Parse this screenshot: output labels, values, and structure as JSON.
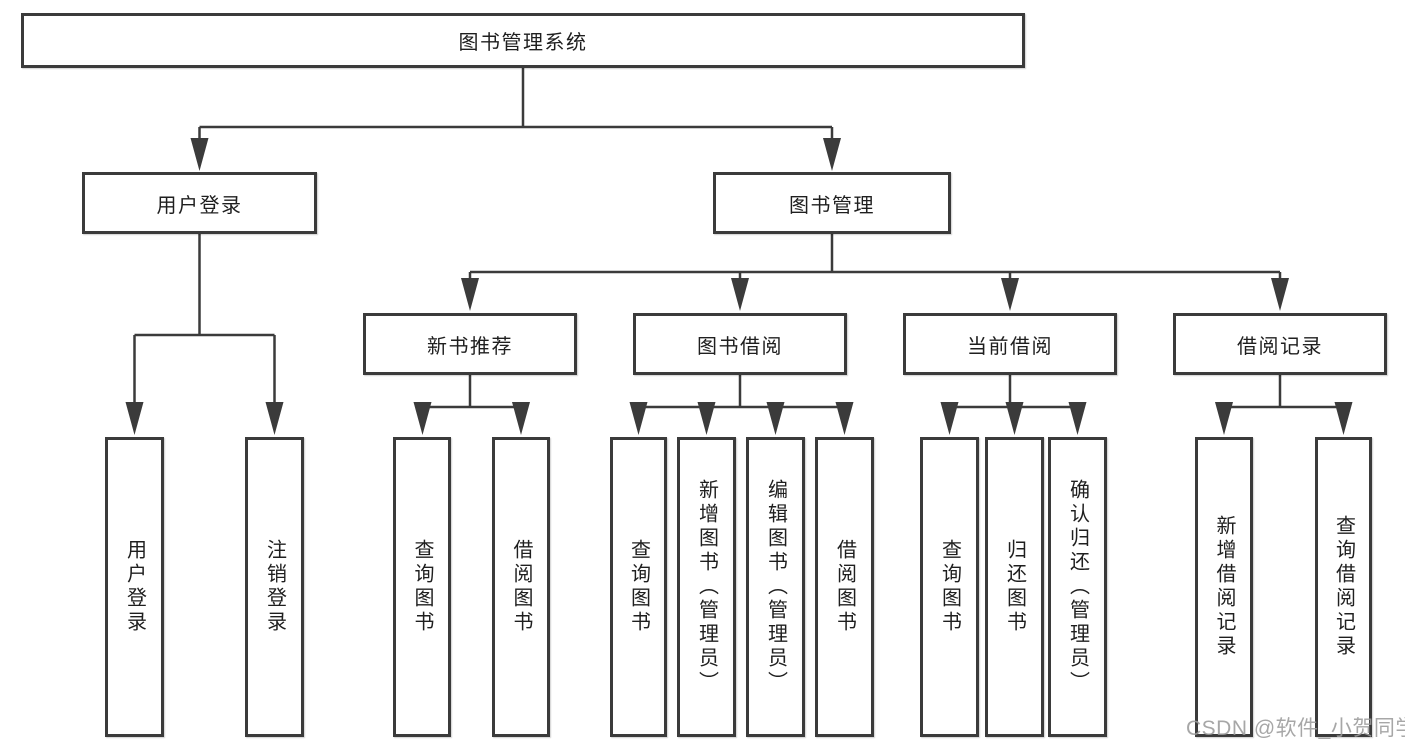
{
  "tree": {
    "root": {
      "label": "图书管理系统"
    },
    "level2": [
      {
        "label": "用户登录",
        "children": [
          {
            "label": "用户登录"
          },
          {
            "label": "注销登录"
          }
        ]
      },
      {
        "label": "图书管理",
        "children": [
          {
            "label": "新书推荐",
            "children": [
              {
                "label": "查询图书"
              },
              {
                "label": "借阅图书"
              }
            ]
          },
          {
            "label": "图书借阅",
            "children": [
              {
                "label": "查询图书"
              },
              {
                "label": "新增图书（管理员）"
              },
              {
                "label": "编辑图书（管理员）"
              },
              {
                "label": "借阅图书"
              }
            ]
          },
          {
            "label": "当前借阅",
            "children": [
              {
                "label": "查询图书"
              },
              {
                "label": "归还图书"
              },
              {
                "label": "确认归还（管理员）"
              }
            ]
          },
          {
            "label": "借阅记录",
            "children": [
              {
                "label": "新增借阅记录"
              },
              {
                "label": "查询借阅记录"
              }
            ]
          }
        ]
      }
    ]
  },
  "watermark": {
    "text": "CSDN @软件_小贺同学",
    "color": "#9b9b9b"
  },
  "colors": {
    "line": "#3b3b3b",
    "text": "#1f1f1f",
    "background": "#ffffff"
  }
}
